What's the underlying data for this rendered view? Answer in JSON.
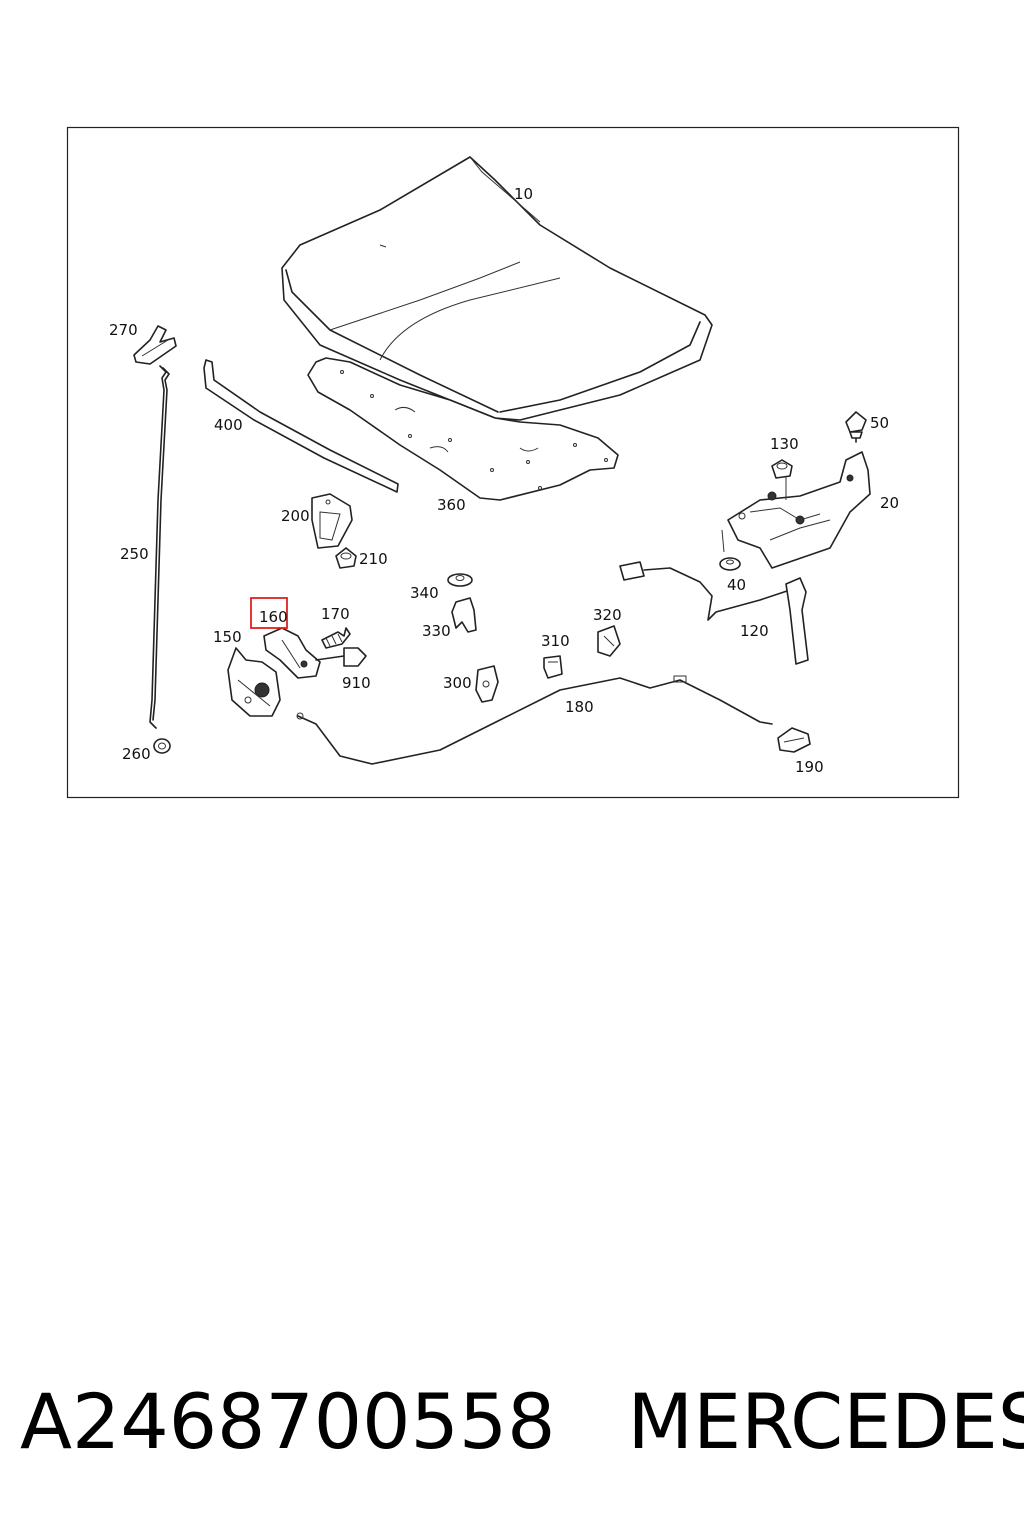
{
  "callouts": [
    {
      "id": "10",
      "label": "10"
    },
    {
      "id": "20",
      "label": "20"
    },
    {
      "id": "40",
      "label": "40"
    },
    {
      "id": "50",
      "label": "50"
    },
    {
      "id": "120",
      "label": "120"
    },
    {
      "id": "130",
      "label": "130"
    },
    {
      "id": "150",
      "label": "150"
    },
    {
      "id": "160",
      "label": "160",
      "highlighted": true
    },
    {
      "id": "170",
      "label": "170"
    },
    {
      "id": "180",
      "label": "180"
    },
    {
      "id": "190",
      "label": "190"
    },
    {
      "id": "200",
      "label": "200"
    },
    {
      "id": "210",
      "label": "210"
    },
    {
      "id": "250",
      "label": "250"
    },
    {
      "id": "260",
      "label": "260"
    },
    {
      "id": "270",
      "label": "270"
    },
    {
      "id": "300",
      "label": "300"
    },
    {
      "id": "310",
      "label": "310"
    },
    {
      "id": "320",
      "label": "320"
    },
    {
      "id": "330",
      "label": "330"
    },
    {
      "id": "340",
      "label": "340"
    },
    {
      "id": "360",
      "label": "360"
    },
    {
      "id": "400",
      "label": "400"
    },
    {
      "id": "910",
      "label": "910"
    }
  ],
  "highlight_color": "#e02020",
  "footer": {
    "part_number": "A2468700558",
    "brand": "MERCEDES"
  }
}
